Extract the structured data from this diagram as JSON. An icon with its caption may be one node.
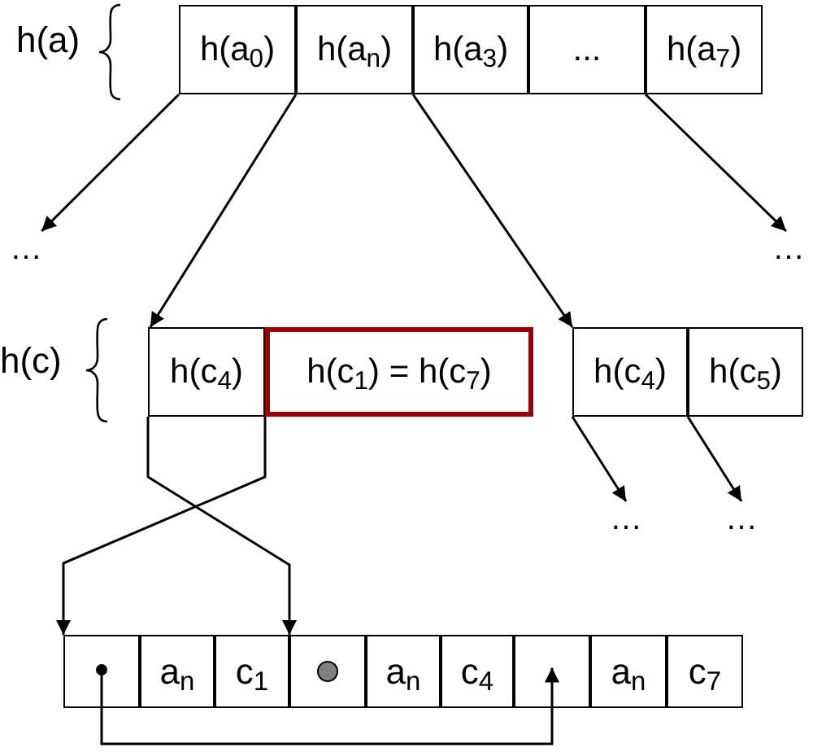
{
  "diagram": {
    "nodes": [
      {
        "text": [
          "h(a$_{0}$)"
        ]
      },
      {
        "text": [
          "h(a$_{n}$)"
        ]
      },
      {
        "text": [
          "h(a$_{3}$)"
        ]
      },
      {
        "text": [
          "..."
        ]
      },
      {
        "text": [
          "h(a$_{7}$)"
        ]
      },
      {
        "text": [
          "…"
        ]
      },
      {
        "text": [
          "…"
        ]
      },
      {
        "text": [
          "h(c$_{4}$)"
        ]
      },
      {
        "text": [
          "h(c$_{1}$) = h(c$_{7}$)"
        ]
      },
      {
        "text": [
          "h(c$_{4}$)"
        ]
      },
      {
        "text": [
          "h(c$_{5}$)"
        ]
      },
      {
        "text": [
          "…"
        ]
      },
      {
        "text": [
          "…"
        ]
      },
      {
        "text": [],
        "shape": "box"
      },
      {
        "text": [
          "a$_{n}$"
        ]
      },
      {
        "text": [
          "c$_{1}$"
        ]
      },
      {
        "text": [],
        "shape": "box"
      },
      {
        "text": [
          "a$_{n}$"
        ]
      },
      {
        "text": [
          "c$_{4}$"
        ]
      },
      {
        "text": [],
        "shape": "box"
      },
      {
        "text": [
          "a$_{n}$"
        ]
      },
      {
        "text": [
          "c$_{7}$"
        ]
      }
    ],
    "edges": [
      {
        "from": 0,
        "to": 5,
        "arrow": "to"
      },
      {
        "from": 1,
        "to": 7,
        "arrow": "to"
      },
      {
        "from": 2,
        "to": 9,
        "arrow": "to"
      },
      {
        "from": 4,
        "to": 6,
        "arrow": "to"
      },
      {
        "from": 7,
        "to": 16,
        "arrow": "to"
      },
      {
        "from": 8,
        "to": 13,
        "arrow": "to"
      },
      {
        "from": 9,
        "to": 11,
        "arrow": "to"
      },
      {
        "from": 10,
        "to": 12,
        "arrow": "to"
      },
      {
        "from": 13,
        "to": 19,
        "arrow": "to"
      }
    ],
    "labels": [
      "h(a)",
      "h(c)"
    ]
  }
}
